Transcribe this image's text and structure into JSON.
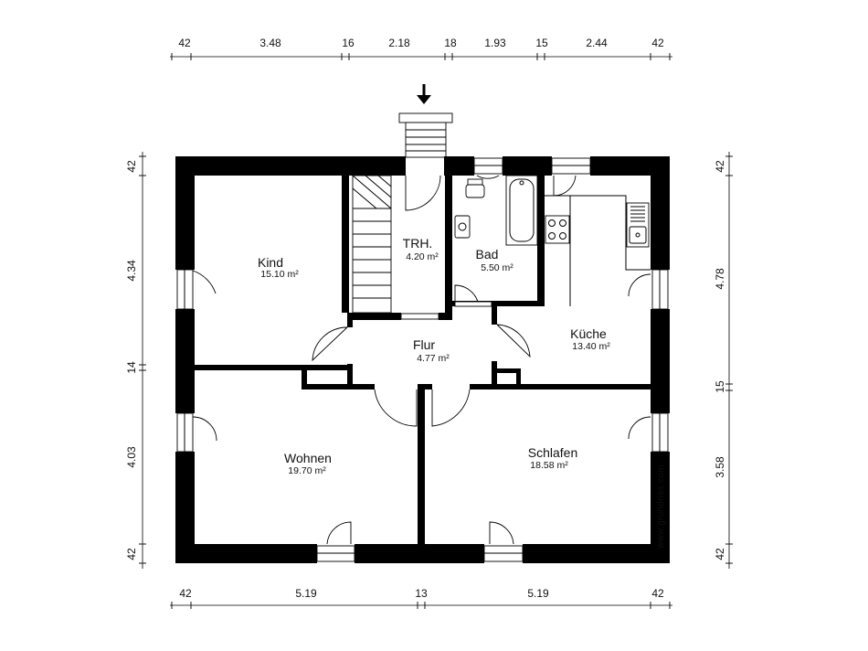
{
  "dimensions": {
    "top": [
      "42",
      "3.48",
      "16",
      "2.18",
      "18",
      "1.93",
      "15",
      "2.44",
      "42"
    ],
    "bottom": [
      "42",
      "5.19",
      "13",
      "5.19",
      "42"
    ],
    "left": [
      "42",
      "4.34",
      "14",
      "4.03",
      "42"
    ],
    "right": [
      "42",
      "4.78",
      "15",
      "3.58",
      "42"
    ]
  },
  "rooms": {
    "kind": {
      "name": "Kind",
      "area": "15.10 m²"
    },
    "trh": {
      "name": "TRH.",
      "area": "4.20 m²"
    },
    "bad": {
      "name": "Bad",
      "area": "5.50 m²"
    },
    "kueche": {
      "name": "Küche",
      "area": "13.40 m²"
    },
    "flur": {
      "name": "Flur",
      "area": "4.77 m²"
    },
    "wohnen": {
      "name": "Wohnen",
      "area": "19.70 m²"
    },
    "schlafen": {
      "name": "Schlafen",
      "area": "18.58 m²"
    }
  },
  "brand": "www.grundriss.com",
  "icons": {
    "entrance": "arrow-down-icon"
  }
}
